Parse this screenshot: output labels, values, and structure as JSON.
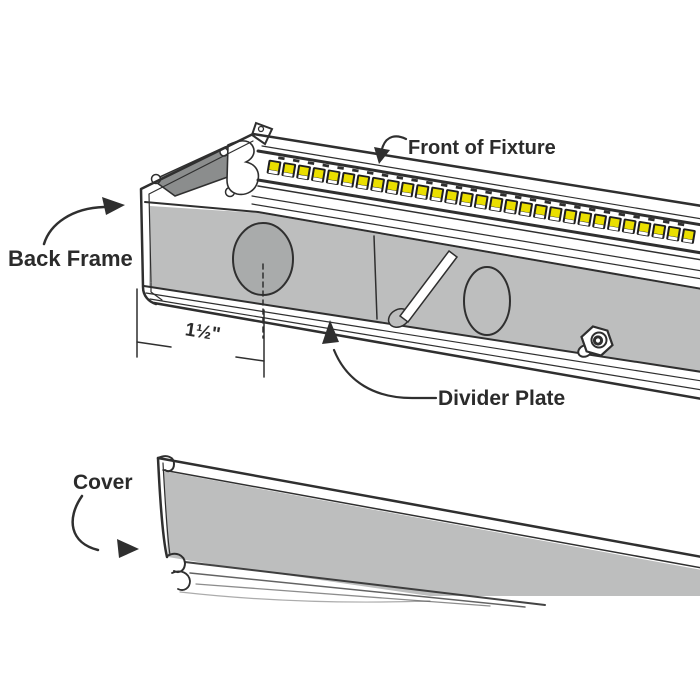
{
  "diagram": {
    "type": "exploded-fixture-diagram",
    "labels": {
      "front_of_fixture": "Front of Fixture",
      "back_frame": "Back Frame",
      "divider_plate": "Divider Plate",
      "cover": "Cover",
      "width_dimension": "1½\""
    },
    "colors": {
      "line": "#2f2f2f",
      "text": "#2b2b2b",
      "face_gray": "#bdbebe",
      "dark_interior": "#8b8d8d",
      "hole_shade": "#a9abab",
      "led_yellow": "#eadf00",
      "led_border": "#1f1f1f",
      "background": "#ffffff"
    },
    "led_strip": {
      "count": 29
    },
    "divider_plate_holes": 2
  }
}
